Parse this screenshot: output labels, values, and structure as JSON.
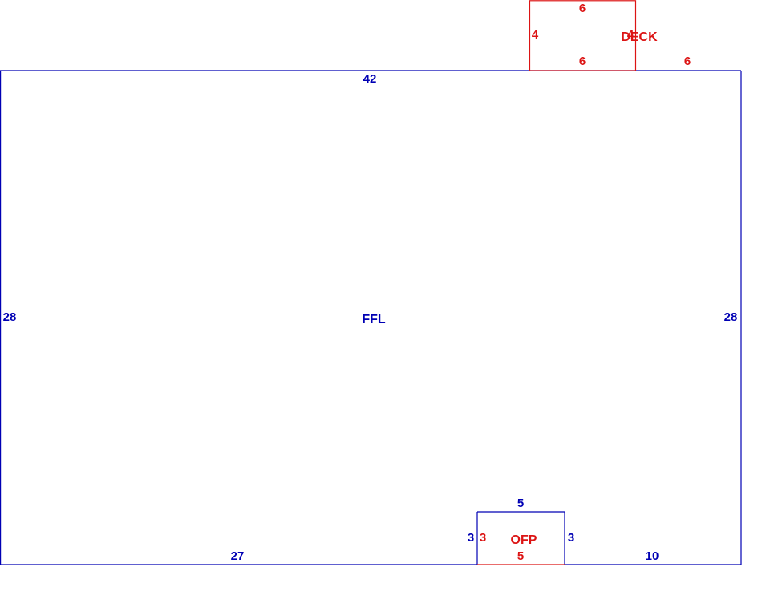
{
  "colors": {
    "main": "#0000b4",
    "addition": "#dc1414",
    "background": "#ffffff"
  },
  "sketch": {
    "main_area": {
      "label": "FFL",
      "top": "42",
      "left": "28",
      "right": "28",
      "bottom_left": "27",
      "bottom_right": "10"
    },
    "deck": {
      "label": "DECK",
      "top": "6",
      "left": "4",
      "right": "4",
      "bottom": "6",
      "main_edge_right": "6"
    },
    "ofp": {
      "label": "OFP",
      "top": "5",
      "left_outer": "3",
      "left_inner": "3",
      "right": "3",
      "bottom": "5"
    }
  }
}
